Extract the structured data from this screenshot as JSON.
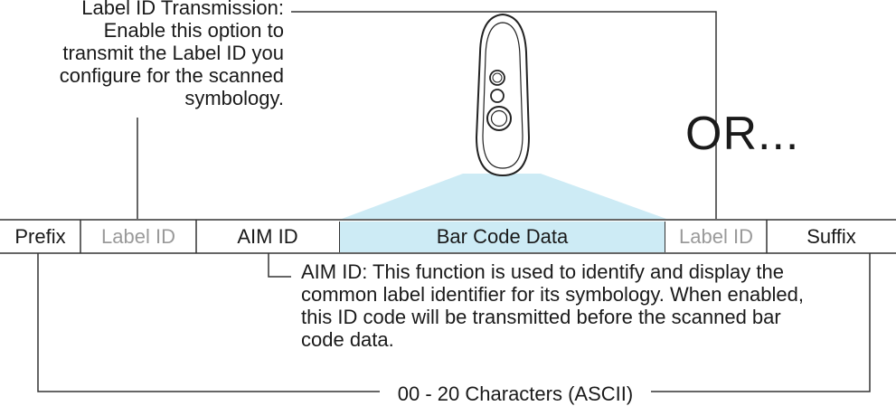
{
  "callouts": {
    "label_id_transmission": "Label ID Transmission:\nEnable this option to\ntransmit the Label ID you\nconfigure for the scanned\nsymbology.",
    "aim_id": "AIM ID: This function is used to identify and display the\ncommon label identifier for its symbology. When enabled,\nthis ID code will be transmitted before the scanned bar\ncode data.",
    "or": "OR...",
    "character_range": "00 - 20 Characters (ASCII)"
  },
  "data_format": {
    "fields": [
      {
        "label": "Prefix",
        "style": "normal"
      },
      {
        "label": "Label ID",
        "style": "muted"
      },
      {
        "label": "AIM ID",
        "style": "normal"
      },
      {
        "label": "Bar Code Data",
        "style": "highlight"
      },
      {
        "label": "Label ID",
        "style": "muted"
      },
      {
        "label": "Suffix",
        "style": "normal"
      }
    ]
  },
  "colors": {
    "scan_beam": "#cdebf5",
    "muted_text": "#9a9a9a",
    "line": "#333333"
  },
  "icons": {
    "scanner": "handheld-barcode-scanner-icon"
  }
}
